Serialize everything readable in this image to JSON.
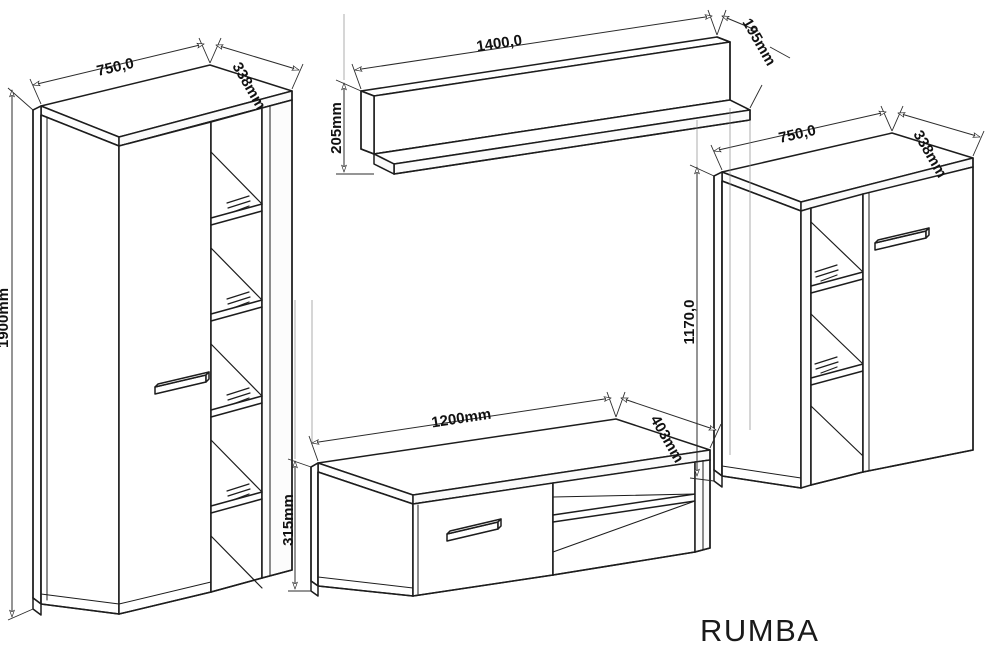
{
  "drawing": {
    "brand_label": "RUMBA",
    "units_note": "mm",
    "line_color": "#1d1d1d",
    "dim_line_color": "#2b2b2b",
    "face_color": "#ffffff",
    "background": "#ffffff",
    "text_color": "#111111"
  },
  "items": [
    {
      "id": "tall-display-cabinet",
      "name": "Tall display cabinet",
      "dimensions": {
        "width": "750,0",
        "depth": "338mm",
        "height": "1900mm"
      },
      "features": {
        "doors": 1,
        "door_handle": "horizontal-bar",
        "open_shelf_compartments": 5,
        "glass_shine_marks": 4
      }
    },
    {
      "id": "wall-shelf",
      "name": "Wall shelf",
      "dimensions": {
        "width": "1400,0",
        "depth": "195mm",
        "height": "205mm"
      },
      "features": {
        "doors": 0,
        "open": true
      }
    },
    {
      "id": "side-cabinet",
      "name": "Side cabinet",
      "dimensions": {
        "width": "750,0",
        "depth": "338mm",
        "height": "1170,0"
      },
      "features": {
        "doors": 1,
        "door_handle": "horizontal-bar",
        "open_shelf_compartments": 3,
        "glass_shine_marks": 2
      }
    },
    {
      "id": "tv-unit",
      "name": "TV lowboard",
      "dimensions": {
        "width": "1200mm",
        "depth": "403mm",
        "height": "315mm"
      },
      "features": {
        "drawers": 1,
        "drawer_handle": "horizontal-bar",
        "open_shelf_compartments": 1
      }
    }
  ],
  "labels": {
    "tall_width": "750,0",
    "tall_depth": "338mm",
    "tall_height": "1900mm",
    "shelf_width": "1400,0",
    "shelf_depth": "195mm",
    "shelf_height": "205mm",
    "side_width": "750,0",
    "side_depth": "338mm",
    "side_height": "1170,0",
    "tv_width": "1200mm",
    "tv_depth": "403mm",
    "tv_height": "315mm",
    "brand": "RUMBA"
  }
}
